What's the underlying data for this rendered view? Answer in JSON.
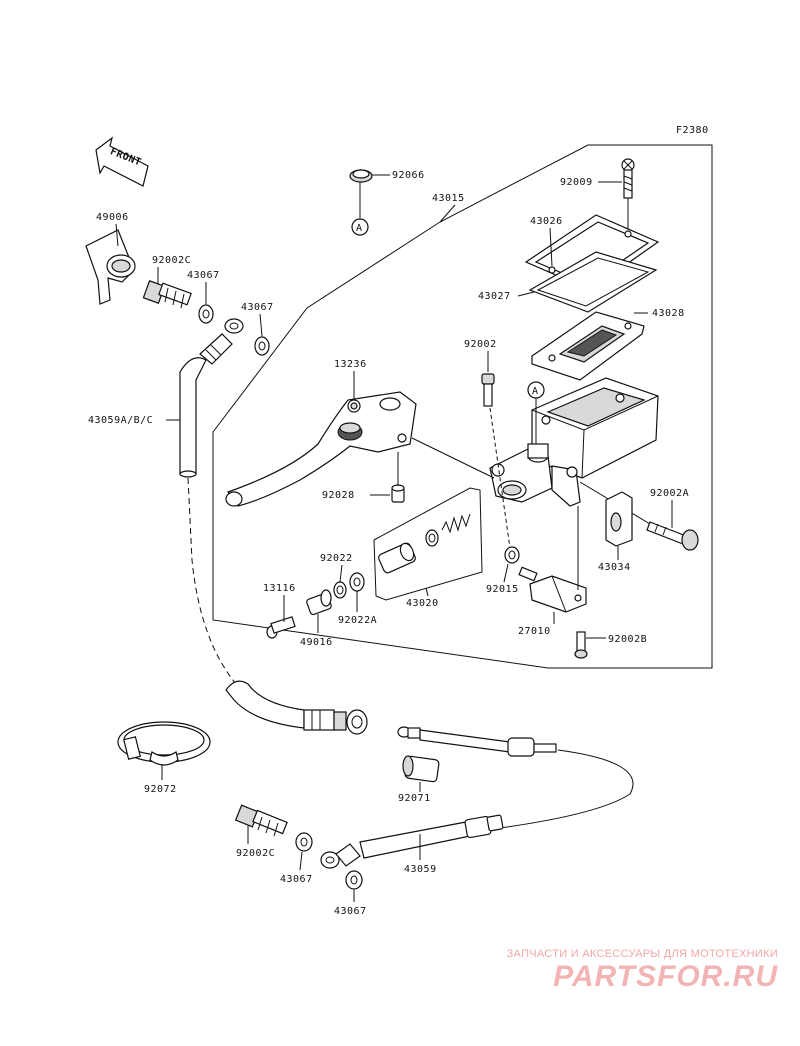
{
  "figure_code": "F2380",
  "front_marker": "FRONT",
  "ref_marker": "A",
  "labels": {
    "p92066": "92066",
    "p43015": "43015",
    "p92009": "92009",
    "p43026": "43026",
    "p43027": "43027",
    "p43028": "43028",
    "p49006": "49006",
    "p92002c_top": "92002C",
    "p43067_top1": "43067",
    "p43067_top2": "43067",
    "p13236": "13236",
    "p92002": "92002",
    "p43059abc": "43059A/B/C",
    "p92028": "92028",
    "p92002a": "92002A",
    "p43034": "43034",
    "p92022": "92022",
    "p13116": "13116",
    "p92022a": "92022A",
    "p49016": "49016",
    "p43020": "43020",
    "p92015": "92015",
    "p27010": "27010",
    "p92002b": "92002B",
    "p92072": "92072",
    "p92071": "92071",
    "p92002c_bottom": "92002C",
    "p43067_bottom1": "43067",
    "p43059": "43059",
    "p43067_bottom2": "43067"
  },
  "watermark": {
    "tagline": "ЗАПЧАСТИ И АКСЕССУАРЫ ДЛЯ МОТОТЕХНИКИ",
    "logo": "PARTSFOR.RU"
  }
}
